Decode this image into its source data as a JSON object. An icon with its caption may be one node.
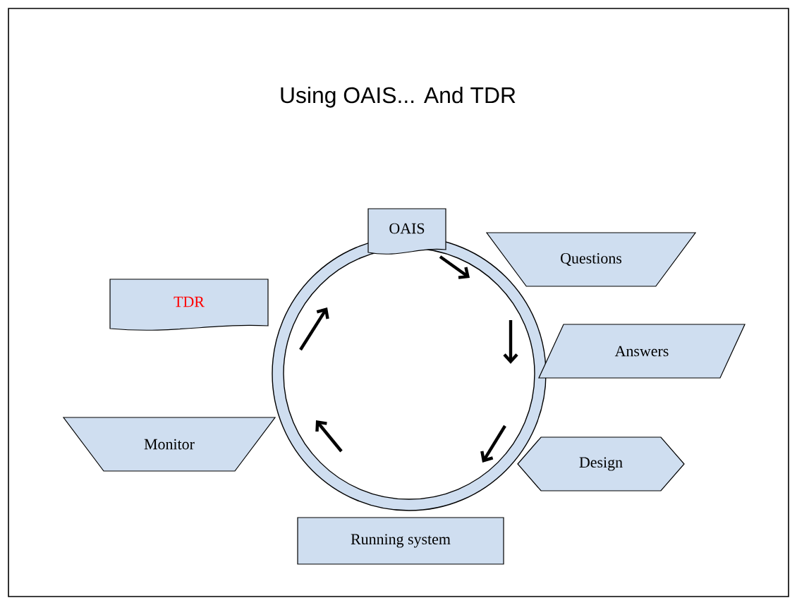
{
  "diagram": {
    "title": "Using OAIS... And TDR",
    "nodes": [
      {
        "text": [
          "OAIS"
        ]
      },
      {
        "text": [
          "Questions"
        ]
      },
      {
        "text": [
          "Answers"
        ]
      },
      {
        "text": [
          "Design"
        ]
      },
      {
        "text": [
          "Running system"
        ]
      },
      {
        "text": [
          "Monitor"
        ]
      },
      {
        "text": [
          "TDR"
        ]
      }
    ]
  }
}
